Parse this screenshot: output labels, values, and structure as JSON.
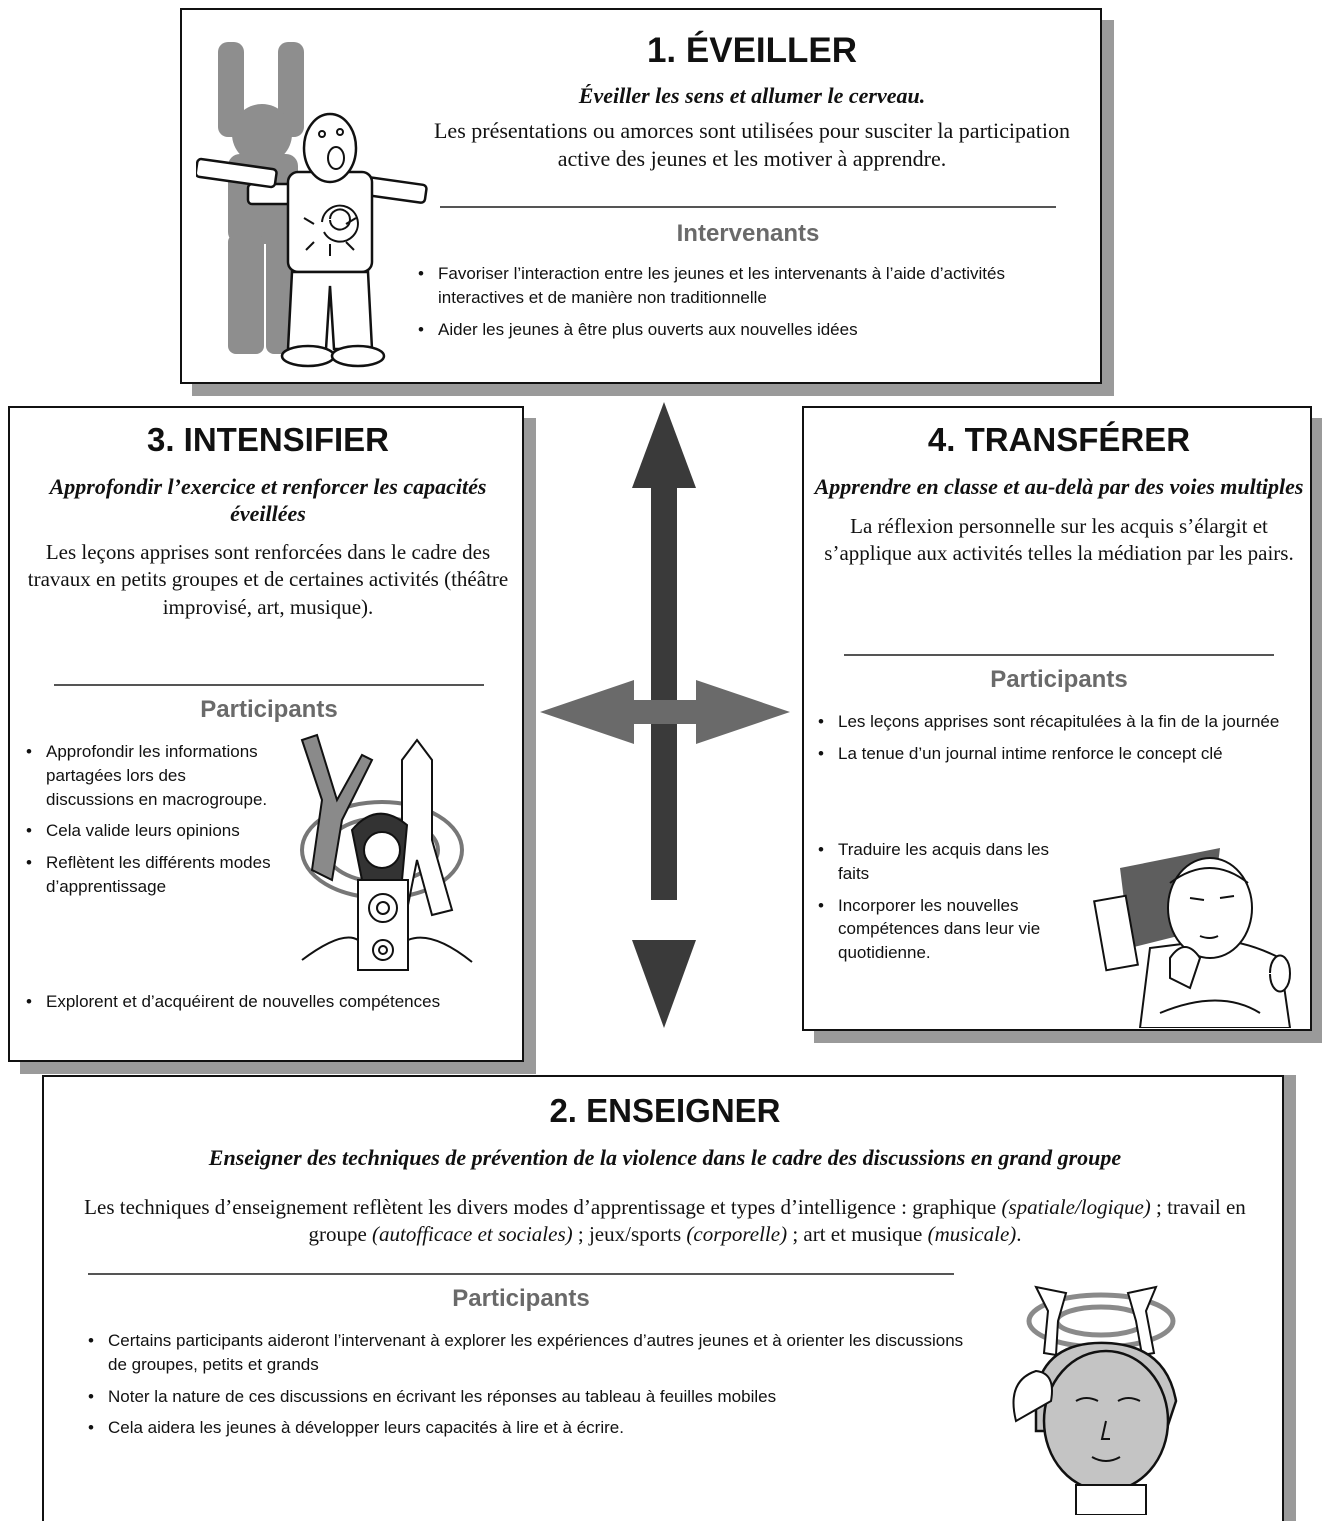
{
  "panel1": {
    "title": "1. ÉVEILLER",
    "subtitle": "Éveiller les sens et allumer le cerveau.",
    "body": "Les présentations ou amorces sont utilisées pour susciter la participation active des jeunes et les motiver à apprendre.",
    "section": "Intervenants",
    "bullets": [
      "Favoriser l’interaction entre les jeunes et les intervenants à l’aide d’activités interactives et de manière non traditionnelle",
      "Aider les jeunes à être plus ouverts aux nouvelles idées"
    ]
  },
  "panel3": {
    "title": "3. INTENSIFIER",
    "subtitle": "Approfondir l’exercice et renforcer les capacités éveillées",
    "body": "Les leçons apprises sont renforcées dans le cadre des travaux en petits groupes et de certaines activités (théâtre improvisé, art, musique).",
    "section": "Participants",
    "bullets": [
      "Approfondir les informations partagées lors des discussions en macrogroupe.",
      "Cela valide leurs opinions",
      "Reflètent les différents modes d’apprentissage",
      "Explorent et d’acquéirent de nouvelles compétences"
    ]
  },
  "panel4": {
    "title": "4. TRANSFÉRER",
    "subtitle": "Apprendre en classe et au-delà par des voies multiples",
    "body": "La réflexion personnelle sur les acquis s’élargit et s’applique aux activités telles la médiation par les pairs.",
    "section": "Participants",
    "bullets": [
      "Les leçons apprises sont récapitulées à la fin de la journée",
      "La tenue d’un journal intime renforce le concept clé",
      "Traduire les acquis dans les faits",
      "Incorporer les nouvelles compétences dans leur vie quotidienne."
    ]
  },
  "panel2": {
    "title": "2. ENSEIGNER",
    "subtitle": "Enseigner des techniques de prévention de la violence dans le cadre des discussions en grand groupe",
    "body_parts": [
      "Les techniques d’enseignement reflètent les divers  modes d’apprentissage et types d’intelligence : graphique ",
      "(spatiale/logique)",
      " ; travail en groupe ",
      "(autofficace et sociales)",
      " ; jeux/sports ",
      "(corporelle)",
      " ; art et musique ",
      "(musicale)",
      "."
    ],
    "section": "Participants",
    "bullets": [
      "Certains participants aideront l’intervenant à explorer les expériences d’autres jeunes et à orienter les discussions de groupes, petits et grands",
      "Noter la nature de ces discussions en écrivant les réponses au tableau à feuilles mobiles",
      "Cela aidera les jeunes à développer leurs capacités à lire et à écrire."
    ]
  },
  "colors": {
    "arrow_dark": "#3a3a3a",
    "arrow_light": "#6a6a6a",
    "shadow": "#9a9a9a",
    "section_gray": "#6a6a6a"
  },
  "icons": [
    "cheering-person-illustration",
    "dancers-speaker-illustration",
    "thinking-boy-illustration",
    "girl-dancers-illustration"
  ]
}
